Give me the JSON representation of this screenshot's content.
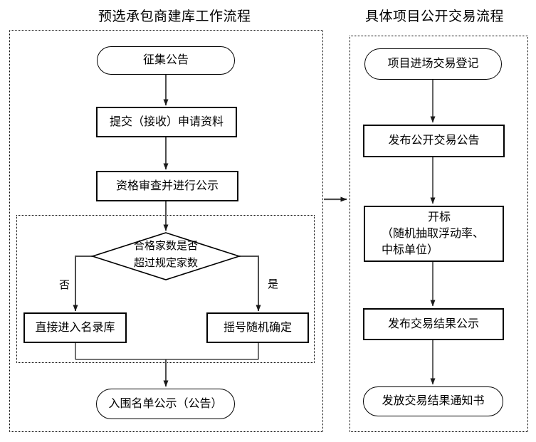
{
  "left_flow": {
    "title": "预选承包商建库工作流程",
    "nodes": {
      "start": "征集公告",
      "submit": "提交（接收）申请资料",
      "review": "资格审查并进行公示",
      "decision": {
        "line1": "合格家数是否",
        "line2": "超过规定家数"
      },
      "branch_no": "否",
      "branch_yes": "是",
      "direct_entry": "直接进入名录库",
      "random_lottery": "摇号随机确定",
      "finish": "入围名单公示（公告）"
    }
  },
  "right_flow": {
    "title": "具体项目公开交易流程",
    "nodes": {
      "register": "项目进场交易登记",
      "announce": "发布公开交易公告",
      "bid_opening": {
        "line1": "开标",
        "line2": "（随机抽取浮动率、",
        "line3": "中标单位）"
      },
      "result": "发布交易结果公示",
      "notice": "发放交易结果通知书"
    }
  },
  "colors": {
    "connector_gray": "#4d4d4d",
    "connector_dark": "#222222",
    "shape_border": "#000000",
    "canvas": "#ffffff"
  }
}
